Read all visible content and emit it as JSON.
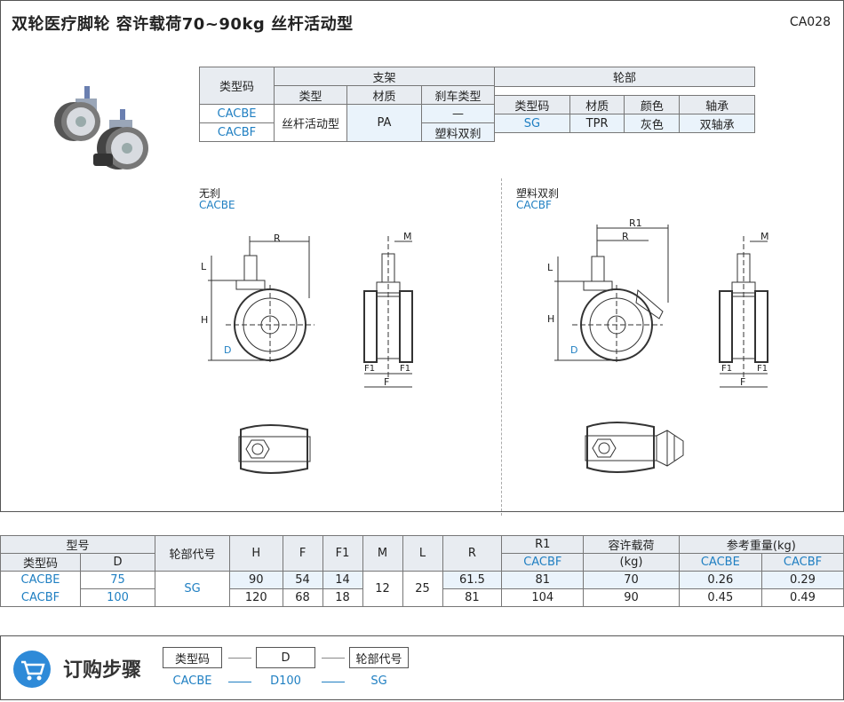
{
  "header": {
    "title": "双轮医疗脚轮  容许载荷70~90kg  丝杆活动型",
    "code": "CA028"
  },
  "bracket_table": {
    "group_label": "支架",
    "type_code_label": "类型码",
    "col_type": "类型",
    "col_material": "材质",
    "col_brake": "刹车类型",
    "codes": [
      "CACBE",
      "CACBF"
    ],
    "type_value": "丝杆活动型",
    "material_value": "PA",
    "brake_values": [
      "—",
      "塑料双刹"
    ]
  },
  "wheel_table": {
    "group_label": "轮部",
    "headers": [
      "类型码",
      "材质",
      "颜色",
      "轴承"
    ],
    "row": [
      "SG",
      "TPR",
      "灰色",
      "双轴承"
    ]
  },
  "drawings": {
    "left_title": "无刹",
    "left_code": "CACBE",
    "right_title": "塑料双刹",
    "right_code": "CACBF",
    "dim_R": "R",
    "dim_R1": "R1",
    "dim_M": "M",
    "dim_L": "L",
    "dim_H": "H",
    "dim_D": "D",
    "dim_F1": "F1",
    "dim_F": "F"
  },
  "spec_table": {
    "h_model": "型号",
    "h_type_code": "类型码",
    "h_D": "D",
    "h_wheel_code": "轮部代号",
    "h_H": "H",
    "h_F": "F",
    "h_F1": "F1",
    "h_M": "M",
    "h_L": "L",
    "h_R": "R",
    "h_R1": "R1",
    "h_R1_sub": "CACBF",
    "h_load": "容许载荷",
    "h_load_unit": "(kg)",
    "h_weight": "参考重量(kg)",
    "h_weight_e": "CACBE",
    "h_weight_f": "CACBF",
    "codes": [
      "CACBE",
      "CACBF"
    ],
    "wheel_code": "SG",
    "M": "12",
    "L": "25",
    "rows": [
      {
        "D": "75",
        "H": "90",
        "F": "54",
        "F1": "14",
        "R": "61.5",
        "R1": "81",
        "load": "70",
        "we": "0.26",
        "wf": "0.29"
      },
      {
        "D": "100",
        "H": "120",
        "F": "68",
        "F1": "18",
        "R": "81",
        "R1": "104",
        "load": "90",
        "we": "0.45",
        "wf": "0.49"
      }
    ]
  },
  "order": {
    "title": "订购步骤",
    "boxes": [
      "类型码",
      "D",
      "轮部代号"
    ],
    "examples": [
      "CACBE",
      "D100",
      "SG"
    ]
  }
}
